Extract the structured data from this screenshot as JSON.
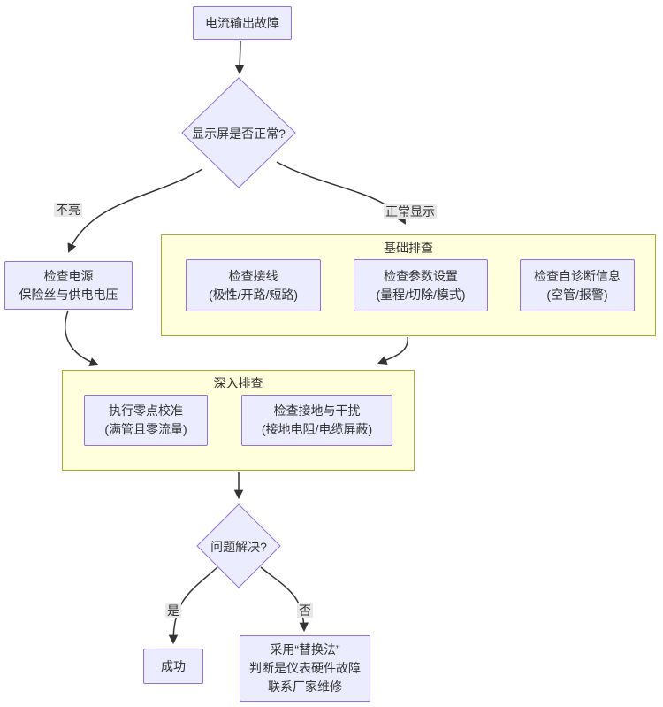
{
  "diagram": {
    "type": "flowchart",
    "nodes": {
      "start": {
        "label": "电流输出故障"
      },
      "decision_display": {
        "label": "显示屏是否正常?"
      },
      "check_power": {
        "lines": [
          "检查电源",
          "保险丝与供电电压"
        ]
      },
      "check_wiring": {
        "lines": [
          "检查接线",
          "(极性/开路/短路)"
        ]
      },
      "check_params": {
        "lines": [
          "检查参数设置",
          "(量程/切除/模式)"
        ]
      },
      "check_diag": {
        "lines": [
          "检查自诊断信息",
          "(空管/报警)"
        ]
      },
      "zero_cal": {
        "lines": [
          "执行零点校准",
          "(满管且零流量)"
        ]
      },
      "grounding": {
        "lines": [
          "检查接地与干扰",
          "(接地电阻/电缆屏蔽)"
        ]
      },
      "decision_solved": {
        "label": "问题解决?"
      },
      "success": {
        "label": "成功"
      },
      "replace": {
        "lines": [
          "采用“替换法”",
          "判断是仪表硬件故障",
          "联系厂家维修"
        ]
      }
    },
    "subgraphs": {
      "basic": {
        "title": "基础排查"
      },
      "deep": {
        "title": "深入排查"
      }
    },
    "edge_labels": {
      "not_lit": "不亮",
      "normal_display": "正常显示",
      "yes": "是",
      "no": "否"
    },
    "colors": {
      "node_fill": "#ECECFF",
      "node_border": "#9370DB",
      "subgraph_fill": "#FFFFDE",
      "subgraph_border": "#AAAA33",
      "edge": "#333333",
      "edge_label_bg": "#E8E8E8",
      "text": "#333333",
      "background": "#FFFFFF"
    }
  }
}
